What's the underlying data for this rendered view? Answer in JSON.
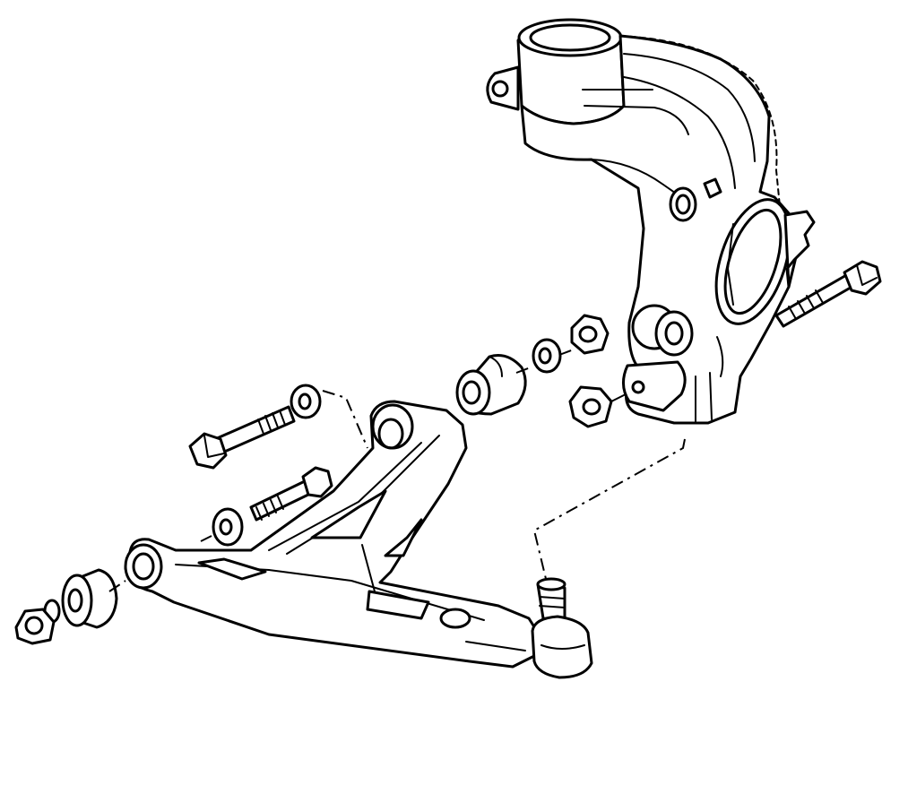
{
  "diagram": {
    "line_color": "#000000",
    "background_color": "#ffffff",
    "parts": [
      "steering-knuckle",
      "lower-control-arm",
      "ball-joint",
      "front-bushing",
      "rear-bushing",
      "long-pivot-bolt",
      "short-pivot-bolt",
      "knuckle-pinch-bolt",
      "washer",
      "self-locking-nut"
    ]
  }
}
